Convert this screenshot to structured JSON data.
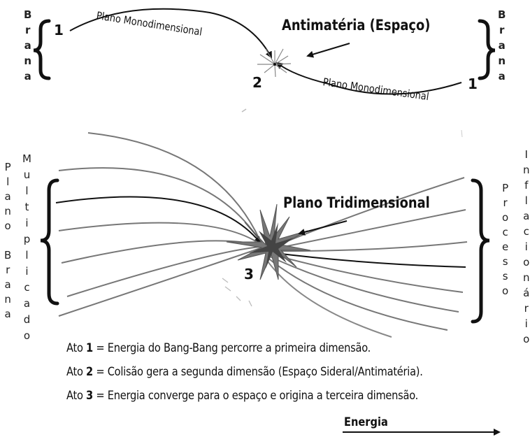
{
  "top": {
    "left_side": "Brana",
    "right_side": "Brana",
    "plane_label_left": "Plano Monodimensional",
    "plane_label_right": "Plano Monodimensional",
    "antimatter_label": "Antimatéria (Espaço)",
    "num_left": "1",
    "num_center": "2",
    "num_right": "1"
  },
  "bottom": {
    "left_col_1": "Plano Brana",
    "left_col_2": "Multiplicado",
    "right_col_1": "Processo",
    "right_col_2": "Inflacionário",
    "tri_label": "Plano Tridimensional",
    "num_center": "3"
  },
  "legend": [
    {
      "prefix": "Ato ",
      "num": "1",
      "text": " = Energia do Bang-Bang percorre a primeira dimensão."
    },
    {
      "prefix": "Ato ",
      "num": "2",
      "text": " = Colisão gera a segunda dimensão (Espaço Sideral/Antimatéria)."
    },
    {
      "prefix": "Ato ",
      "num": "3",
      "text": " = Energia converge para o espaço e origina a terceira dimensão."
    }
  ],
  "energy_label": "Energia"
}
